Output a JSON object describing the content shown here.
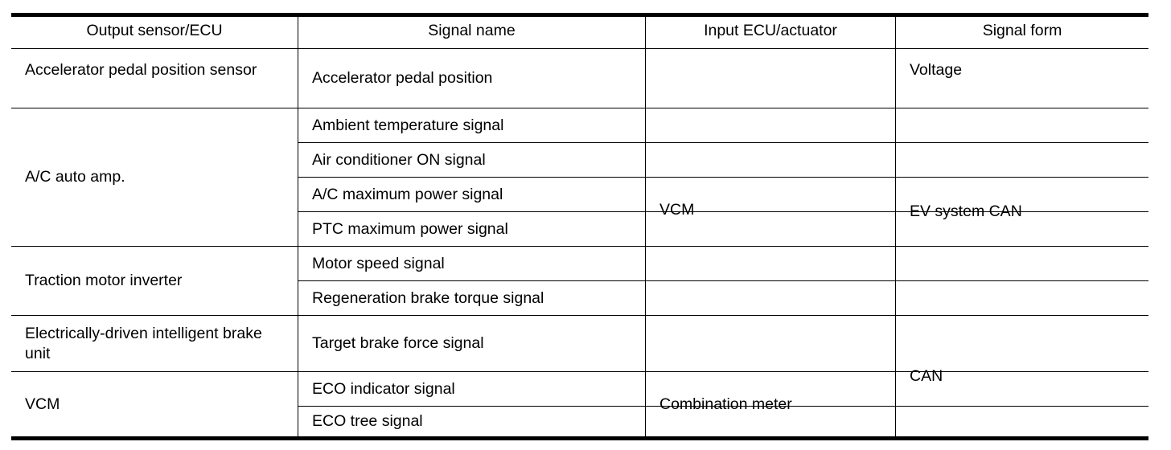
{
  "table": {
    "headers": [
      "Output sensor/ECU",
      "Signal name",
      "Input ECU/actuator",
      "Signal form"
    ],
    "output_sources": [
      "Accelerator pedal position sensor",
      "A/C auto amp.",
      "Traction motor inverter",
      "Electrically-driven intelligent brake unit",
      "VCM"
    ],
    "signal_names": [
      "Accelerator pedal position",
      "Ambient temperature signal",
      "Air conditioner ON signal",
      "A/C maximum power signal",
      "PTC maximum power signal",
      "Motor speed signal",
      "Regeneration brake torque signal",
      "Target brake force signal",
      "ECO indicator signal",
      "ECO tree signal"
    ],
    "input_targets": [
      "VCM",
      "Combination meter"
    ],
    "signal_forms": [
      "Voltage",
      "EV system CAN",
      "CAN"
    ]
  },
  "chart_data": {
    "type": "table",
    "title": "",
    "columns": [
      "Output sensor/ECU",
      "Signal name",
      "Input ECU/actuator",
      "Signal form"
    ],
    "rows": [
      [
        "Accelerator pedal position sensor",
        "Accelerator pedal position",
        "VCM",
        "Voltage"
      ],
      [
        "A/C auto amp.",
        "Ambient temperature signal",
        "VCM",
        "EV system CAN"
      ],
      [
        "A/C auto amp.",
        "Air conditioner ON signal",
        "VCM",
        "EV system CAN"
      ],
      [
        "A/C auto amp.",
        "A/C maximum power signal",
        "VCM",
        "EV system CAN"
      ],
      [
        "A/C auto amp.",
        "PTC maximum power signal",
        "VCM",
        "EV system CAN"
      ],
      [
        "Traction motor inverter",
        "Motor speed signal",
        "VCM",
        "EV system CAN"
      ],
      [
        "Traction motor inverter",
        "Regeneration brake torque signal",
        "VCM",
        "EV system CAN"
      ],
      [
        "Electrically-driven intelligent brake unit",
        "Target brake force signal",
        "VCM",
        "CAN"
      ],
      [
        "VCM",
        "ECO indicator signal",
        "Combination meter",
        "CAN"
      ],
      [
        "VCM",
        "ECO tree signal",
        "Combination meter",
        "CAN"
      ]
    ]
  }
}
